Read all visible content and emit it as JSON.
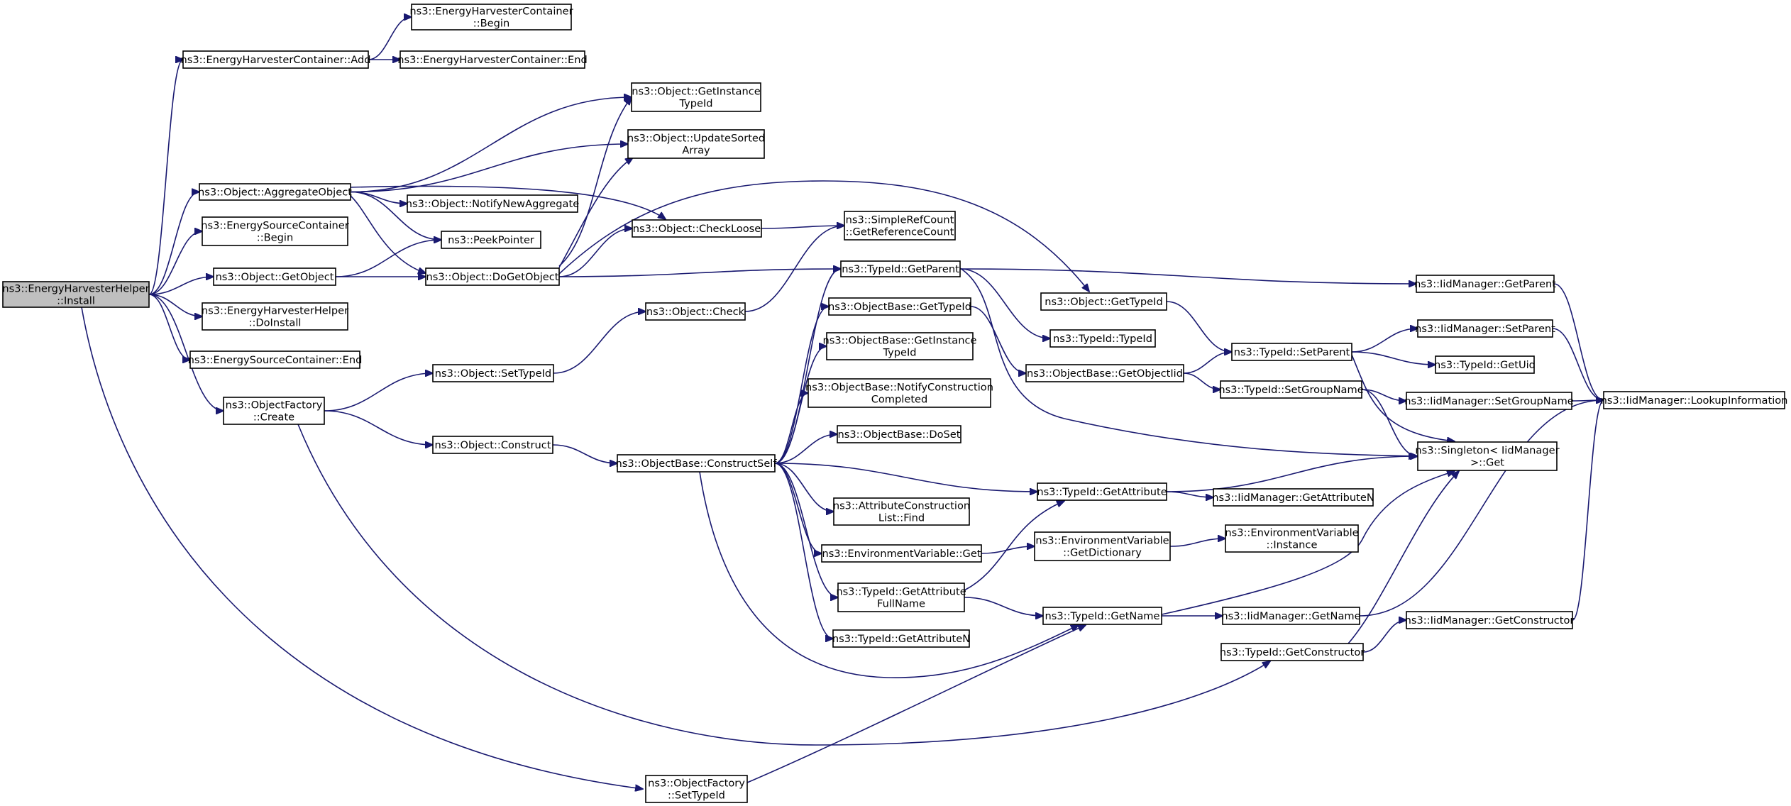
{
  "diagram": {
    "kind": "call graph",
    "edge_color": "#191970",
    "root_fill": "#bfbfbf",
    "nodes": [
      {
        "id": "n0",
        "lines": [
          "ns3::EnergyHarvesterHelper",
          "::Install"
        ],
        "root": true
      },
      {
        "id": "n1",
        "lines": [
          "ns3::EnergyHarvesterContainer",
          "::Begin"
        ]
      },
      {
        "id": "n2",
        "lines": [
          "ns3::EnergyHarvesterContainer::Add"
        ]
      },
      {
        "id": "n3",
        "lines": [
          "ns3::EnergyHarvesterContainer::End"
        ]
      },
      {
        "id": "n4",
        "lines": [
          "ns3::Object::GetInstance",
          "TypeId"
        ]
      },
      {
        "id": "n5",
        "lines": [
          "ns3::Object::UpdateSorted",
          "Array"
        ]
      },
      {
        "id": "n6",
        "lines": [
          "ns3::Object::AggregateObject"
        ]
      },
      {
        "id": "n7",
        "lines": [
          "ns3::Object::NotifyNewAggregate"
        ]
      },
      {
        "id": "n8",
        "lines": [
          "ns3::EnergySourceContainer",
          "::Begin"
        ]
      },
      {
        "id": "n9",
        "lines": [
          "ns3::SimpleRefCount",
          "::GetReferenceCount"
        ]
      },
      {
        "id": "n10",
        "lines": [
          "ns3::Object::CheckLoose"
        ]
      },
      {
        "id": "n11",
        "lines": [
          "ns3::PeekPointer"
        ]
      },
      {
        "id": "n12",
        "lines": [
          "ns3::Object::GetObject"
        ]
      },
      {
        "id": "n13",
        "lines": [
          "ns3::Object::DoGetObject"
        ]
      },
      {
        "id": "n14",
        "lines": [
          "ns3::TypeId::GetParent"
        ]
      },
      {
        "id": "n15",
        "lines": [
          "ns3::IidManager::GetParent"
        ]
      },
      {
        "id": "n16",
        "lines": [
          "ns3::ObjectBase::GetTypeId"
        ]
      },
      {
        "id": "n17",
        "lines": [
          "ns3::Object::GetTypeId"
        ]
      },
      {
        "id": "n18",
        "lines": [
          "ns3::EnergyHarvesterHelper",
          "::DoInstall"
        ]
      },
      {
        "id": "n19",
        "lines": [
          "ns3::Object::Check"
        ]
      },
      {
        "id": "n20",
        "lines": [
          "ns3::TypeId::TypeId"
        ]
      },
      {
        "id": "n21",
        "lines": [
          "ns3::ObjectBase::GetInstance",
          "TypeId"
        ]
      },
      {
        "id": "n22",
        "lines": [
          "ns3::TypeId::SetParent"
        ]
      },
      {
        "id": "n23",
        "lines": [
          "ns3::IidManager::SetParent"
        ]
      },
      {
        "id": "n24",
        "lines": [
          "ns3::EnergySourceContainer::End"
        ]
      },
      {
        "id": "n25",
        "lines": [
          "ns3::Object::SetTypeId"
        ]
      },
      {
        "id": "n26",
        "lines": [
          "ns3::ObjectBase::GetObjectIid"
        ]
      },
      {
        "id": "n27",
        "lines": [
          "ns3::TypeId::GetUid"
        ]
      },
      {
        "id": "n28",
        "lines": [
          "ns3::ObjectBase::NotifyConstruction",
          "Completed"
        ]
      },
      {
        "id": "n29",
        "lines": [
          "ns3::TypeId::SetGroupName"
        ]
      },
      {
        "id": "n30",
        "lines": [
          "ns3::IidManager::SetGroupName"
        ]
      },
      {
        "id": "n31",
        "lines": [
          "ns3::IidManager::LookupInformation"
        ]
      },
      {
        "id": "n32",
        "lines": [
          "ns3::ObjectFactory",
          "::Create"
        ]
      },
      {
        "id": "n33",
        "lines": [
          "ns3::ObjectBase::DoSet"
        ]
      },
      {
        "id": "n34",
        "lines": [
          "ns3::Object::Construct"
        ]
      },
      {
        "id": "n35",
        "lines": [
          "ns3::Singleton< IidManager",
          ">::Get"
        ]
      },
      {
        "id": "n36",
        "lines": [
          "ns3::ObjectBase::ConstructSelf"
        ]
      },
      {
        "id": "n37",
        "lines": [
          "ns3::TypeId::GetAttribute"
        ]
      },
      {
        "id": "n38",
        "lines": [
          "ns3::IidManager::GetAttributeN"
        ]
      },
      {
        "id": "n39",
        "lines": [
          "ns3::AttributeConstruction",
          "List::Find"
        ]
      },
      {
        "id": "n40",
        "lines": [
          "ns3::EnvironmentVariable",
          "::Instance"
        ]
      },
      {
        "id": "n41",
        "lines": [
          "ns3::EnvironmentVariable::Get"
        ]
      },
      {
        "id": "n42",
        "lines": [
          "ns3::EnvironmentVariable",
          "::GetDictionary"
        ]
      },
      {
        "id": "n43",
        "lines": [
          "ns3::TypeId::GetAttribute",
          "FullName"
        ]
      },
      {
        "id": "n44",
        "lines": [
          "ns3::TypeId::GetName"
        ]
      },
      {
        "id": "n45",
        "lines": [
          "ns3::IidManager::GetName"
        ]
      },
      {
        "id": "n46",
        "lines": [
          "ns3::IidManager::GetConstructor"
        ]
      },
      {
        "id": "n47",
        "lines": [
          "ns3::TypeId::GetAttributeN"
        ]
      },
      {
        "id": "n48",
        "lines": [
          "ns3::TypeId::GetConstructor"
        ]
      },
      {
        "id": "n49",
        "lines": [
          "ns3::ObjectFactory",
          "::SetTypeId"
        ]
      }
    ],
    "edges": [
      [
        "n0",
        "n2"
      ],
      [
        "n0",
        "n6"
      ],
      [
        "n0",
        "n8"
      ],
      [
        "n0",
        "n12"
      ],
      [
        "n0",
        "n18"
      ],
      [
        "n0",
        "n24"
      ],
      [
        "n0",
        "n32"
      ],
      [
        "n0",
        "n49"
      ],
      [
        "n2",
        "n1"
      ],
      [
        "n2",
        "n3"
      ],
      [
        "n6",
        "n4"
      ],
      [
        "n6",
        "n5"
      ],
      [
        "n6",
        "n7"
      ],
      [
        "n6",
        "n10"
      ],
      [
        "n6",
        "n11"
      ],
      [
        "n6",
        "n13"
      ],
      [
        "n12",
        "n11"
      ],
      [
        "n12",
        "n13"
      ],
      [
        "n13",
        "n4"
      ],
      [
        "n13",
        "n5"
      ],
      [
        "n13",
        "n10"
      ],
      [
        "n13",
        "n14"
      ],
      [
        "n13",
        "n17"
      ],
      [
        "n10",
        "n9"
      ],
      [
        "n14",
        "n15"
      ],
      [
        "n14",
        "n20"
      ],
      [
        "n14",
        "n35"
      ],
      [
        "n15",
        "n31"
      ],
      [
        "n16",
        "n26"
      ],
      [
        "n17",
        "n22"
      ],
      [
        "n19",
        "n9"
      ],
      [
        "n22",
        "n23"
      ],
      [
        "n22",
        "n27"
      ],
      [
        "n22",
        "n35"
      ],
      [
        "n23",
        "n31"
      ],
      [
        "n25",
        "n19"
      ],
      [
        "n26",
        "n22"
      ],
      [
        "n26",
        "n29"
      ],
      [
        "n29",
        "n30"
      ],
      [
        "n29",
        "n35"
      ],
      [
        "n30",
        "n31"
      ],
      [
        "n32",
        "n25"
      ],
      [
        "n32",
        "n34"
      ],
      [
        "n32",
        "n48"
      ],
      [
        "n34",
        "n36"
      ],
      [
        "n36",
        "n14"
      ],
      [
        "n36",
        "n16"
      ],
      [
        "n36",
        "n21"
      ],
      [
        "n36",
        "n28"
      ],
      [
        "n36",
        "n33"
      ],
      [
        "n36",
        "n37"
      ],
      [
        "n36",
        "n39"
      ],
      [
        "n36",
        "n41"
      ],
      [
        "n36",
        "n43"
      ],
      [
        "n36",
        "n47"
      ],
      [
        "n36",
        "n44"
      ],
      [
        "n37",
        "n38"
      ],
      [
        "n37",
        "n35"
      ],
      [
        "n41",
        "n42"
      ],
      [
        "n42",
        "n40"
      ],
      [
        "n43",
        "n37"
      ],
      [
        "n43",
        "n44"
      ],
      [
        "n44",
        "n45"
      ],
      [
        "n44",
        "n35"
      ],
      [
        "n45",
        "n31"
      ],
      [
        "n46",
        "n31"
      ],
      [
        "n48",
        "n46"
      ],
      [
        "n48",
        "n35"
      ],
      [
        "n49",
        "n44"
      ]
    ]
  }
}
